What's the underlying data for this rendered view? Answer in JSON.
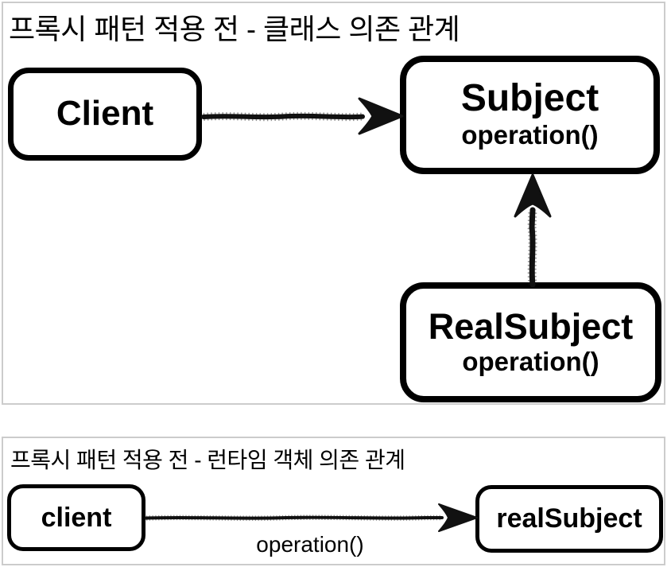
{
  "class_diagram": {
    "title": "프록시 패턴 적용 전 - 클래스 의존 관계",
    "nodes": {
      "client": {
        "label": "Client"
      },
      "subject": {
        "label": "Subject",
        "method": "operation()"
      },
      "real_subject": {
        "label": "RealSubject",
        "method": "operation()"
      }
    },
    "edges": [
      {
        "from": "Client",
        "to": "Subject"
      },
      {
        "from": "RealSubject",
        "to": "Subject"
      }
    ]
  },
  "runtime_diagram": {
    "title": "프록시 패턴 적용 전 - 런타임 객체 의존 관계",
    "nodes": {
      "client": {
        "label": "client"
      },
      "real_subject": {
        "label": "realSubject"
      }
    },
    "edges": [
      {
        "from": "client",
        "to": "realSubject",
        "label": "operation()"
      }
    ]
  },
  "colors": {
    "panel_border": "#cccccc",
    "node_border": "#000000",
    "arrow": "#111111",
    "text": "#000000",
    "background": "#ffffff"
  }
}
